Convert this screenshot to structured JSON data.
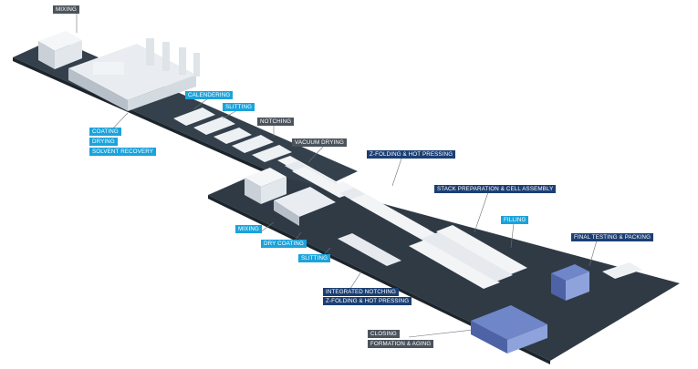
{
  "colors": {
    "floor": "#34404c",
    "floor_edge": "#1c242c",
    "machine": "#e9edf1",
    "machine_shade": "#b7c0c8",
    "glass_blue": "#6f86c9",
    "cyan": "#1aa3dc",
    "navy": "#1c3f73",
    "gray": "#4b535c"
  },
  "labels": {
    "mixing_top": "MIXING",
    "calendering": "CALENDERING",
    "slitting_top": "SLITTING",
    "notching": "NOTCHING",
    "coating": "COATING",
    "drying": "DRYING",
    "solvent_recovery": "SOLVENT RECOVERY",
    "vacuum_drying": "VACUUM DRYING",
    "zfolding_top": "Z-FOLDING & HOT PRESSING",
    "stack_prep": "STACK PREPARATION & CELL ASSEMBLY",
    "filling": "FILLING",
    "final_testing": "FINAL TESTING & PACKING",
    "mixing_low": "MIXING",
    "dry_coating": "DRY COATING",
    "slitting_low": "SLITTING",
    "integrated_notching": "INTEGRATED NOTCHING",
    "zfolding_low": "Z-FOLDING & HOT PRESSING",
    "closing": "CLOSING",
    "formation_aging": "FORMATION & AGING"
  }
}
